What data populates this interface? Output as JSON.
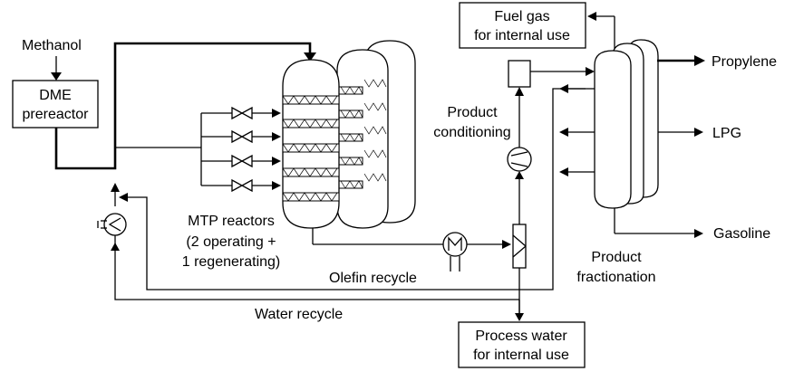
{
  "labels": {
    "methanol": "Methanol",
    "dme_line1": "DME",
    "dme_line2": "prereactor",
    "mtp_line1": "MTP reactors",
    "mtp_line2": "(2 operating +",
    "mtp_line3": "1 regenerating)",
    "product_cond_line1": "Product",
    "product_cond_line2": "conditioning",
    "fuel_gas_line1": "Fuel gas",
    "fuel_gas_line2": "for internal use",
    "propylene": "Propylene",
    "lpg": "LPG",
    "gasoline": "Gasoline",
    "product_frac_line1": "Product",
    "product_frac_line2": "fractionation",
    "olefin_recycle": "Olefin recycle",
    "water_recycle": "Water recycle",
    "process_water_line1": "Process water",
    "process_water_line2": "for internal use"
  }
}
